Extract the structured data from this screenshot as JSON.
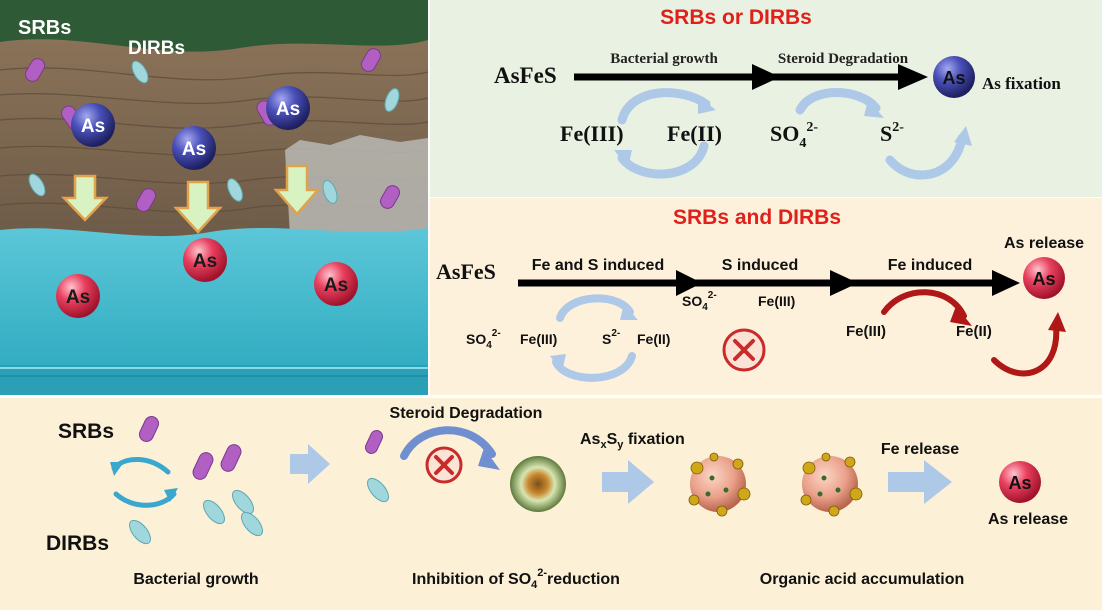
{
  "scene": {
    "srbs_label": "SRBs",
    "dirbs_label": "DIRBs",
    "as_label": "As"
  },
  "panel_top": {
    "title": "SRBs or DIRBs",
    "mineral": "AsFeS",
    "step1": "Bacterial growth",
    "step2": "Steroid Degradation",
    "fe3": "Fe(III)",
    "fe2": "Fe(II)",
    "so4_base": "SO",
    "so4_sub": "4",
    "so4_sup": "2-",
    "s_base": "S",
    "s_sup": "2-",
    "as_ball": "As",
    "as_fixation": "As fixation"
  },
  "panel_mid": {
    "title": "SRBs and DIRBs",
    "mineral": "AsFeS",
    "step1": "Fe and S induced",
    "step2": "S induced",
    "step3": "Fe induced",
    "so4_base": "SO",
    "so4_sub": "4",
    "so4_sup": "2-",
    "fe3_a": "Fe(III)",
    "s_base": "S",
    "s_sup": "2-",
    "fe2_a": "Fe(II)",
    "fe3_b": "Fe(III)",
    "fe3_c": "Fe(III)",
    "fe2_c": "Fe(II)",
    "as_release_title": "As release",
    "as_ball": "As"
  },
  "panel_bottom": {
    "srbs_label": "SRBs",
    "dirbs_label": "DIRBs",
    "bacterial_growth": "Bacterial growth",
    "steroid_degradation": "Steroid Degradation",
    "inhibition_pre": "Inhibition of SO",
    "inhibition_sub": "4",
    "inhibition_sup": "2-",
    "inhibition_post": "reduction",
    "asxsy_as": "As",
    "asxsy_x": "x",
    "asxsy_s": "S",
    "asxsy_y": "y",
    "asxsy_post": " fixation",
    "organic_acid": "Organic acid accumulation",
    "fe_release": "Fe release",
    "as_ball": "As",
    "as_release": "As release"
  },
  "colors": {
    "title_red": "#e0201a",
    "top_bg": "#e9f1e2",
    "mid_bg": "#fdf1dc",
    "bottom_bg": "#fcf0d6",
    "as_blue": "#3b3f9c",
    "as_pink": "#e33a5a",
    "water": "#3bbcd0",
    "bacteria_purple": "#b25fc3",
    "bacteria_cyan": "#9fd7dc",
    "arrow_pale_blue": "#aec8e8",
    "arrow_dark_red": "#b01818"
  }
}
